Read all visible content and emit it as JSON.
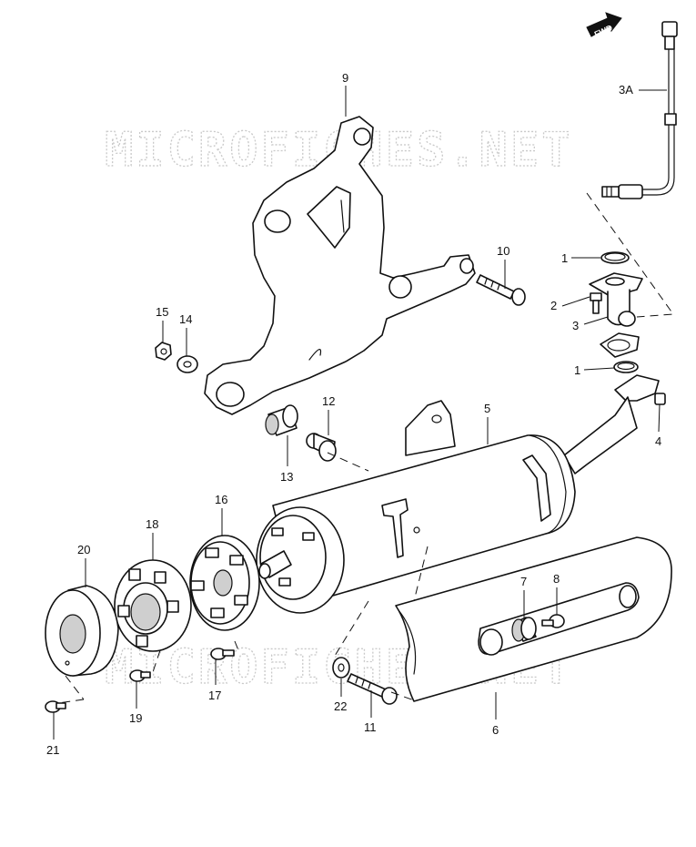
{
  "watermark": "MICROFICHES.NET",
  "forward_arrow": {
    "label": "FWD",
    "icon": "forward-arrow-icon"
  },
  "colors": {
    "line": "#111111",
    "watermark": "#c9c9c9",
    "background": "#ffffff"
  },
  "callouts": {
    "c1a": "1",
    "c1b": "1",
    "c2": "2",
    "c3": "3",
    "c3a": "3A",
    "c4": "4",
    "c5": "5",
    "c6": "6",
    "c7": "7",
    "c8": "8",
    "c9": "9",
    "c10": "10",
    "c11": "11",
    "c12": "12",
    "c13": "13",
    "c14": "14",
    "c15": "15",
    "c16": "16",
    "c17": "17",
    "c18": "18",
    "c19": "19",
    "c20": "20",
    "c21": "21",
    "c22": "22"
  }
}
